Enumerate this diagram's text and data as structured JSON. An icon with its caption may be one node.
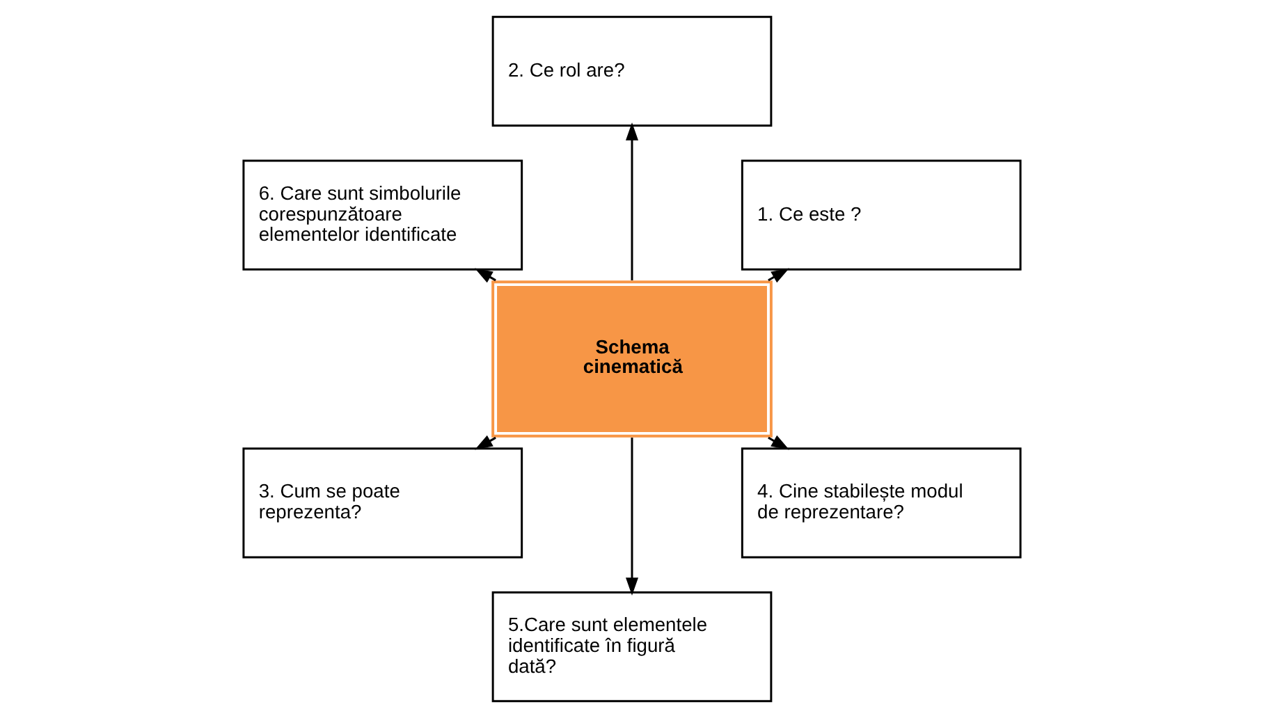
{
  "diagram": {
    "nodes": [
      {
        "text": [
          "1. Ce este ?"
        ]
      },
      {
        "text": [
          "2. Ce rol are?"
        ]
      },
      {
        "text": [
          "Schema cinematică"
        ]
      },
      {
        "text": [
          "6. Care sunt simbolurile corespunzătoare elementelor identificate"
        ]
      },
      {
        "text": [
          "3. Cum se poate reprezenta?"
        ]
      },
      {
        "text": [
          "5.Care sunt elementele identificate în figură dată?"
        ]
      },
      {
        "text": [
          "4. Cine stabilește modul de reprezentare?"
        ]
      }
    ],
    "edges": [
      {
        "from": 2,
        "to": 0,
        "arrow": "to"
      },
      {
        "from": 2,
        "to": 1,
        "arrow": "to"
      },
      {
        "from": 2,
        "to": 4,
        "arrow": "to"
      },
      {
        "from": 2,
        "to": 6,
        "arrow": "to"
      },
      {
        "from": 2,
        "to": 5,
        "arrow": "to"
      },
      {
        "from": 2,
        "to": 3,
        "arrow": "to"
      }
    ]
  }
}
